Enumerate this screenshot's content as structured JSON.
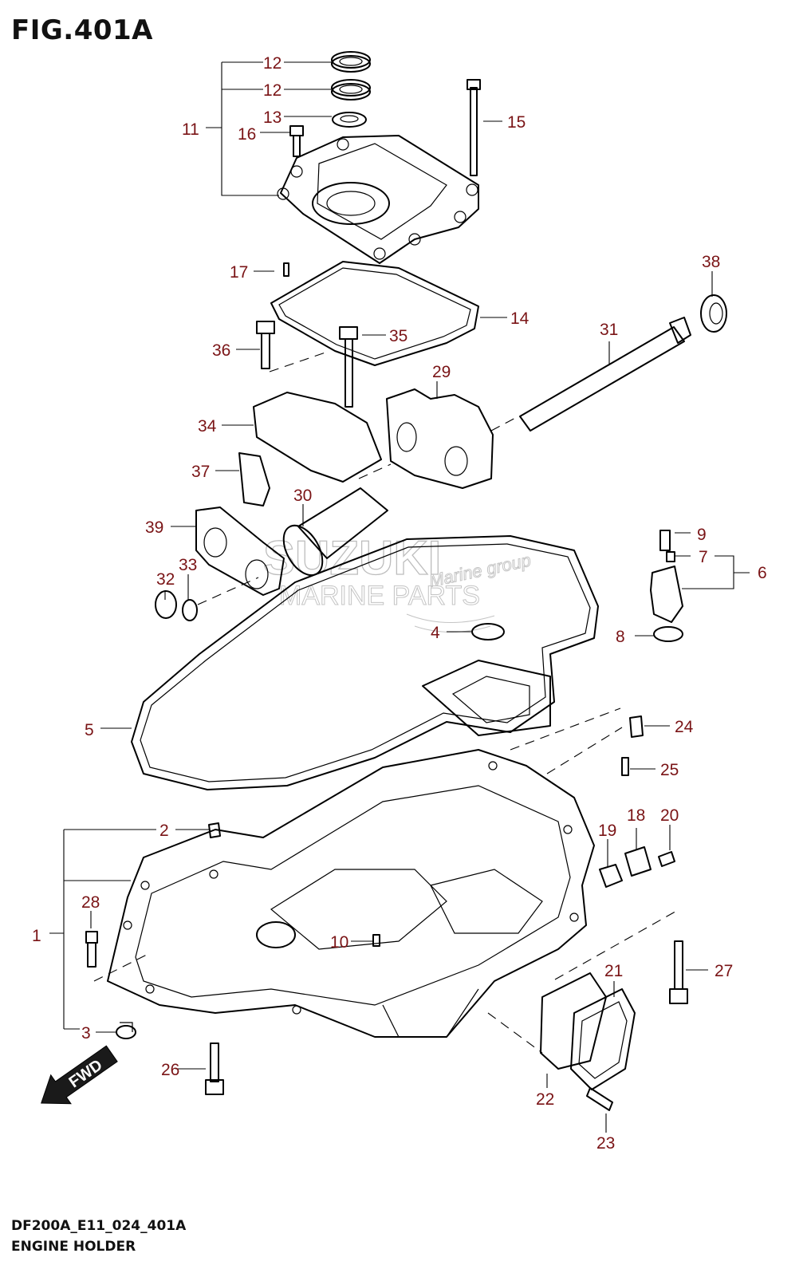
{
  "figure": {
    "title": "FIG.401A",
    "code": "DF200A_E11_024_401A",
    "caption": "ENGINE HOLDER"
  },
  "watermark": {
    "brand": "SUZUKI",
    "tagline": "MARINE PARTS",
    "script": "Marine group"
  },
  "fwd_label": "FWD",
  "callouts": [
    "1",
    "2",
    "3",
    "4",
    "5",
    "6",
    "7",
    "8",
    "9",
    "10",
    "11",
    "12",
    "12",
    "13",
    "14",
    "15",
    "16",
    "17",
    "18",
    "19",
    "20",
    "21",
    "22",
    "23",
    "24",
    "25",
    "26",
    "27",
    "28",
    "29",
    "30",
    "31",
    "32",
    "33",
    "34",
    "35",
    "36",
    "37",
    "38",
    "39"
  ],
  "colors": {
    "callout": "#7a1416",
    "line": "#000000",
    "watermark": "#bdbdbd"
  }
}
